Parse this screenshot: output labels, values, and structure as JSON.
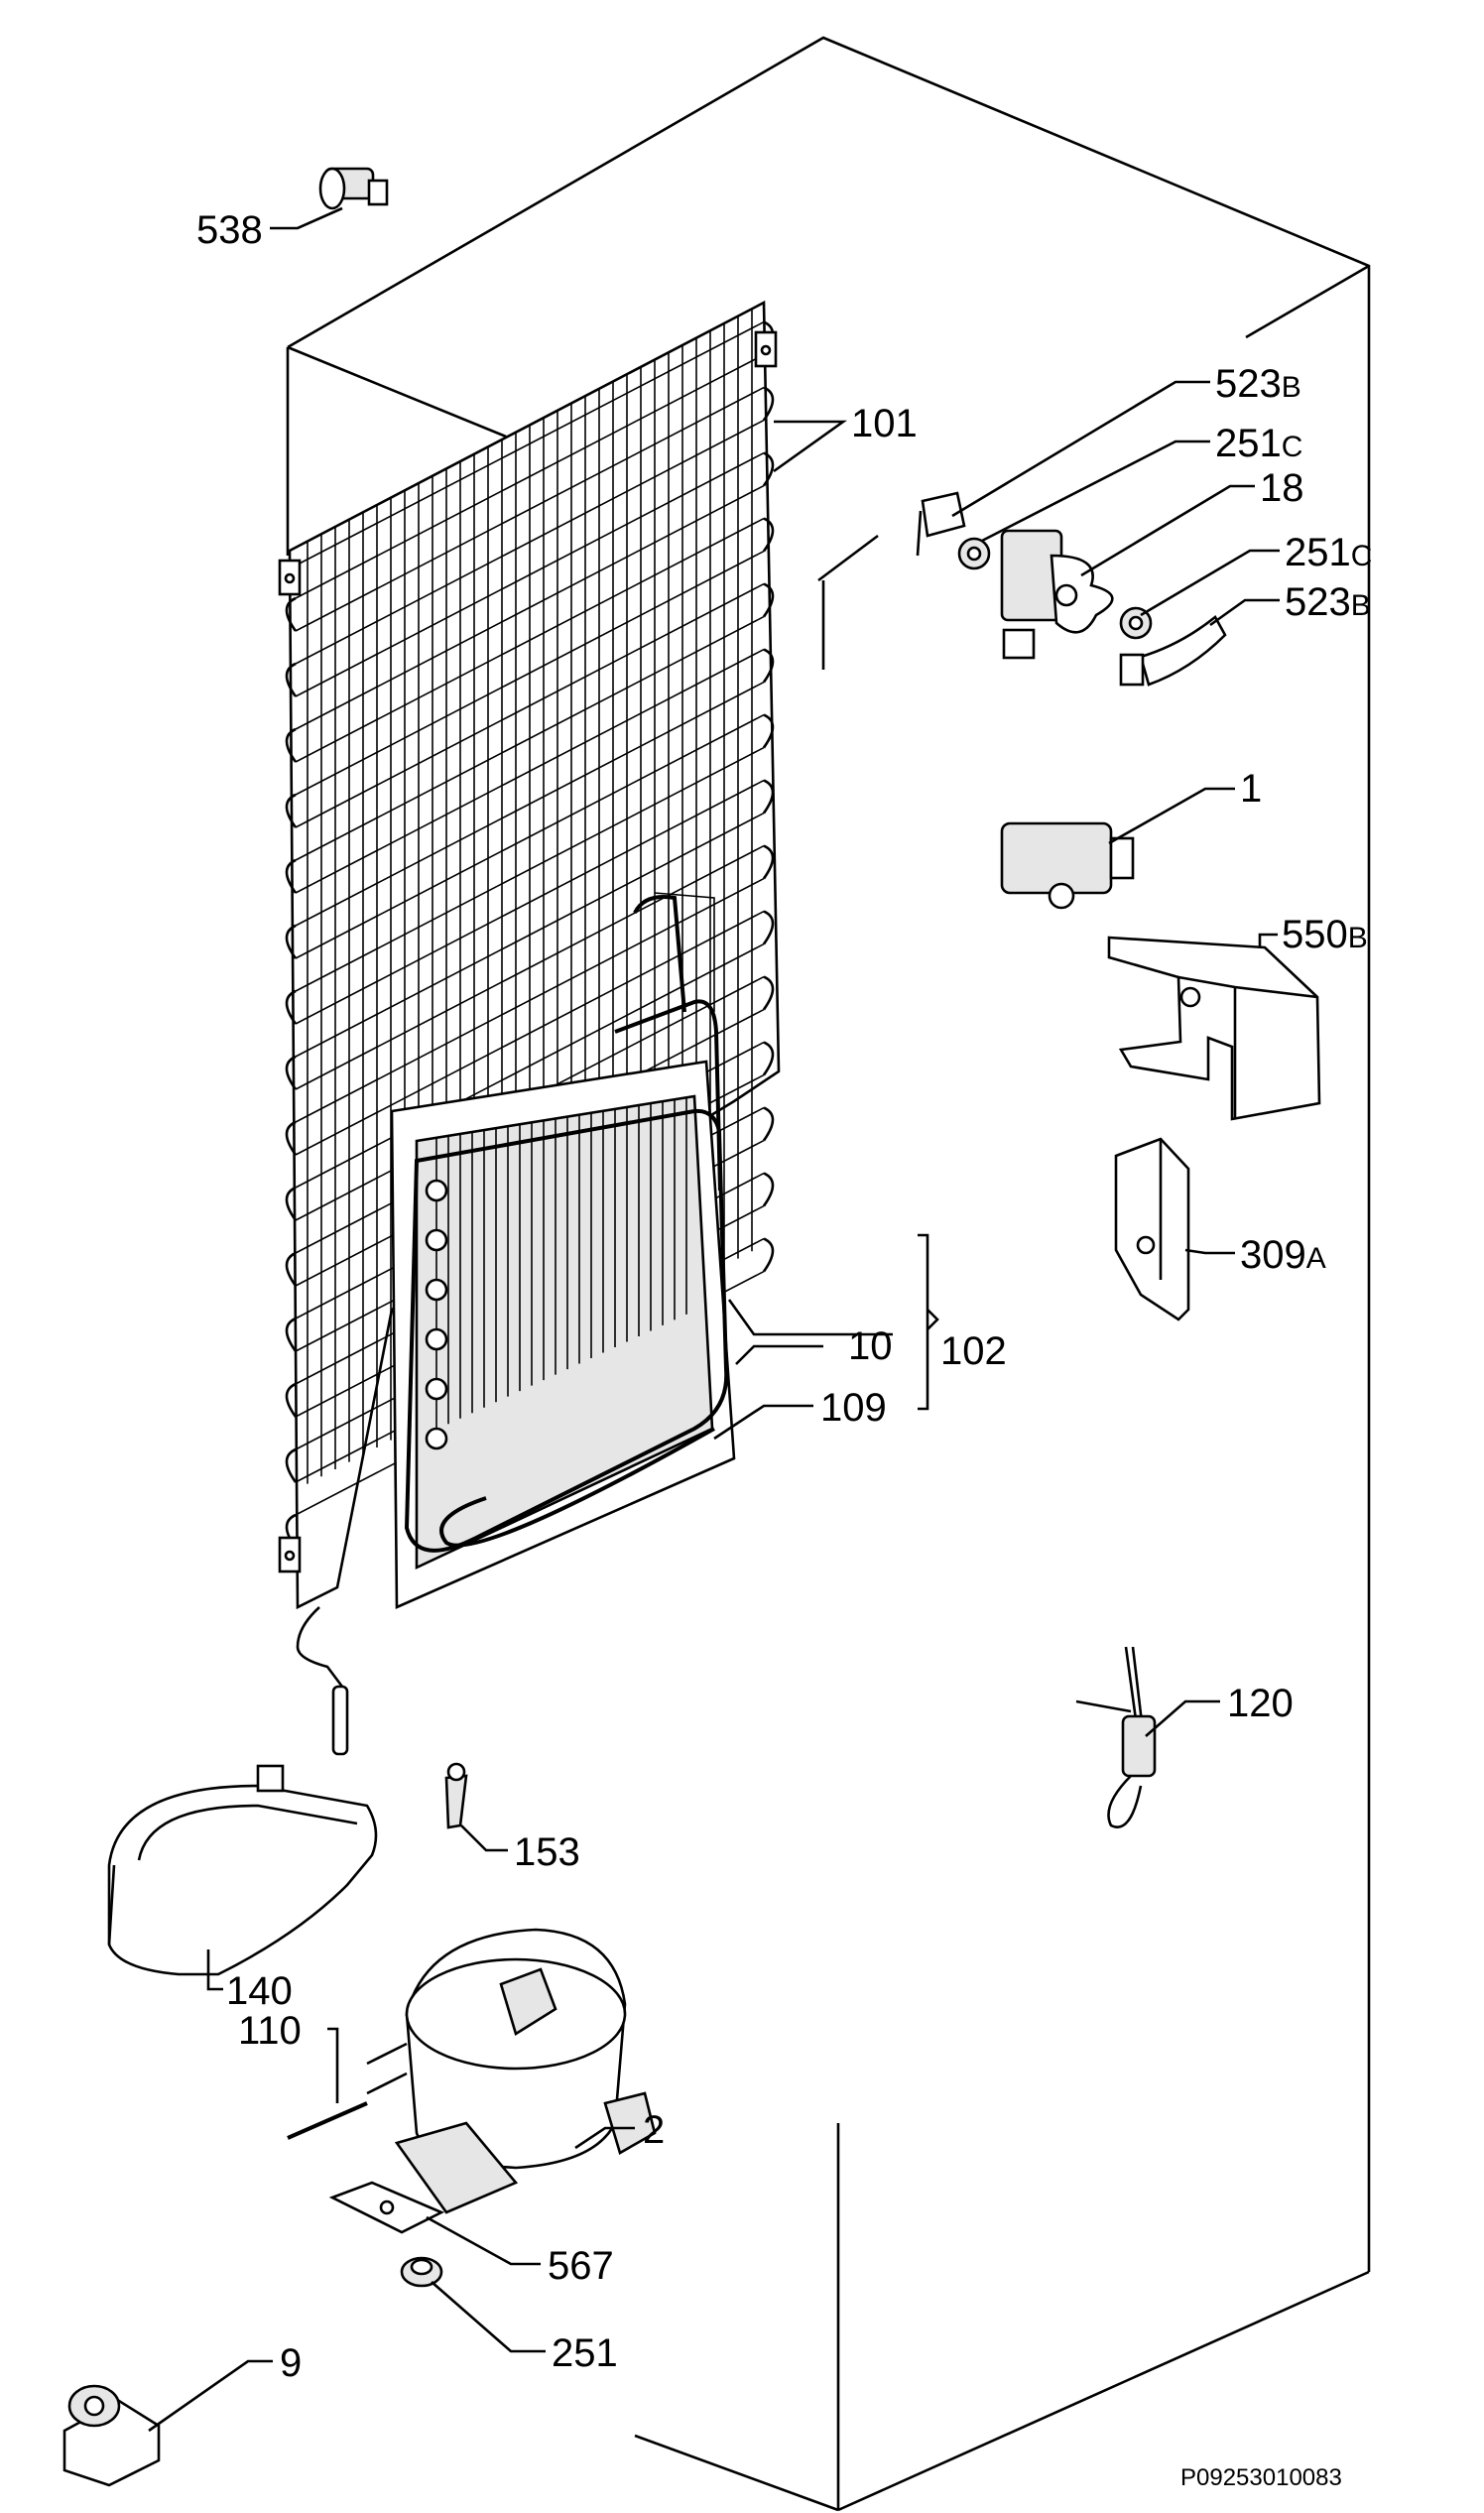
{
  "labels": [
    {
      "id": "538",
      "num": "538",
      "sub": ""
    },
    {
      "id": "101",
      "num": "101",
      "sub": ""
    },
    {
      "id": "523b-top",
      "num": "523",
      "sub": "B"
    },
    {
      "id": "251c-top",
      "num": "251",
      "sub": "C"
    },
    {
      "id": "18",
      "num": "18",
      "sub": ""
    },
    {
      "id": "251c-bottom",
      "num": "251",
      "sub": "C"
    },
    {
      "id": "523b-bottom",
      "num": "523",
      "sub": "B"
    },
    {
      "id": "1",
      "num": "1",
      "sub": ""
    },
    {
      "id": "550b",
      "num": "550",
      "sub": "B"
    },
    {
      "id": "309a",
      "num": "309",
      "sub": "A"
    },
    {
      "id": "102",
      "num": "102",
      "sub": ""
    },
    {
      "id": "10",
      "num": "10",
      "sub": ""
    },
    {
      "id": "109",
      "num": "109",
      "sub": ""
    },
    {
      "id": "120",
      "num": "120",
      "sub": ""
    },
    {
      "id": "153",
      "num": "153",
      "sub": ""
    },
    {
      "id": "140",
      "num": "140",
      "sub": ""
    },
    {
      "id": "110",
      "num": "110",
      "sub": ""
    },
    {
      "id": "2",
      "num": "2",
      "sub": ""
    },
    {
      "id": "567",
      "num": "567",
      "sub": ""
    },
    {
      "id": "251",
      "num": "251",
      "sub": ""
    },
    {
      "id": "9",
      "num": "9",
      "sub": ""
    }
  ],
  "drawing_code": "P09253010083"
}
